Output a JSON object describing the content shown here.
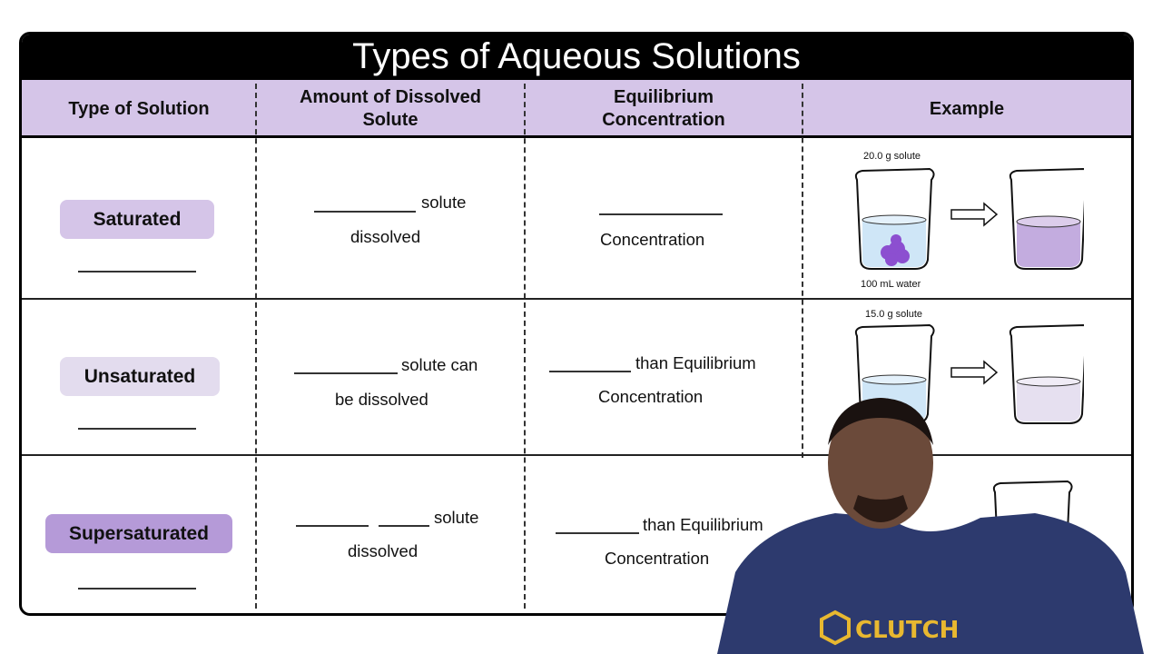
{
  "slide": {
    "title": "Types of Aqueous Solutions",
    "columns": [
      {
        "label": "Type of Solution"
      },
      {
        "label_line1": "Amount of Dissolved",
        "label_line2": "Solute"
      },
      {
        "label_line1": "Equilibrium",
        "label_line2": "Concentration"
      },
      {
        "label": "Example"
      }
    ],
    "rows": [
      {
        "type": "Saturated",
        "pill_color": "#d5c5e8",
        "amount_line1": "solute",
        "amount_line2": "dissolved",
        "concentration_line1": "",
        "concentration_line2": "Concentration",
        "example_top_label": "20.0 g solute",
        "example_bottom_label": "100 mL water"
      },
      {
        "type": "Unsaturated",
        "pill_color": "#e3dcee",
        "amount_line1": "solute can",
        "amount_line2": "be dissolved",
        "concentration_line1": "than Equilibrium",
        "concentration_line2": "Concentration",
        "example_top_label": "15.0 g solute"
      },
      {
        "type": "Supersaturated",
        "pill_color": "#b59ad8",
        "amount_line1": "solute",
        "amount_line2": "dissolved",
        "concentration_line1": "than Equilibrium",
        "concentration_line2": "Concentration"
      }
    ]
  },
  "presenter": {
    "shirt_logo_text": "CLUTCH",
    "shirt_color": "#2d3a6e",
    "logo_color": "#e8b830"
  },
  "colors": {
    "header_bg": "#d5c5e8",
    "title_bg": "#000000",
    "water_blue": "#cfe6f7",
    "solution_purple": "#b49ad6",
    "solute_purple": "#8c4fd0"
  }
}
